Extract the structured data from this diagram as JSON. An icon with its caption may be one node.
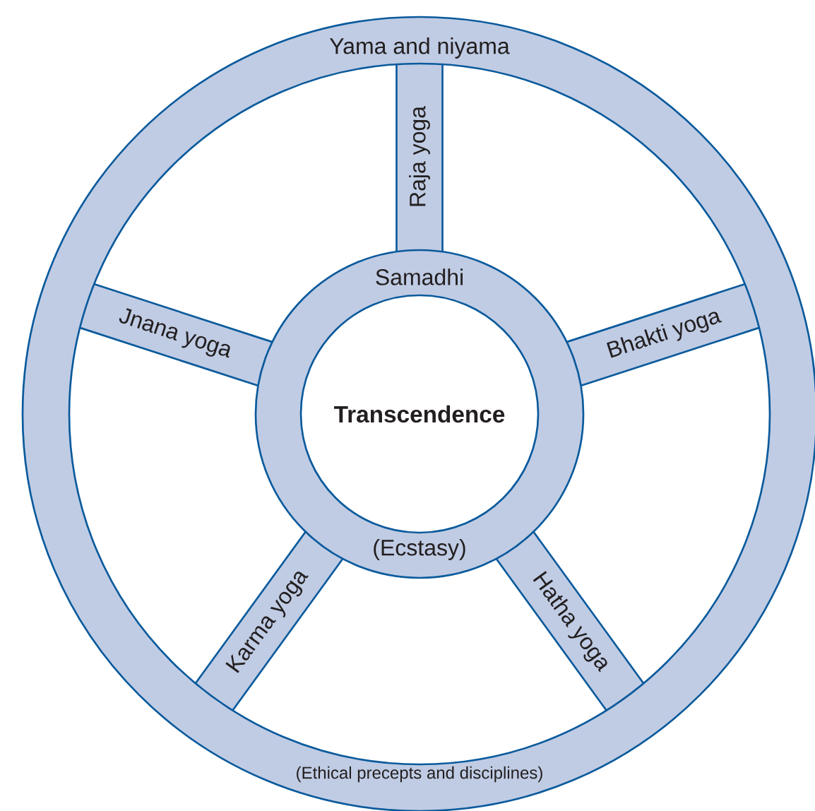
{
  "diagram": {
    "nodes": [
      {
        "text": [
          "Yama and niyama",
          "(Ethical precepts and disciplines)"
        ]
      },
      {
        "text": [
          "Raja yoga"
        ],
        "in": 0
      },
      {
        "text": [
          "Jnana yoga"
        ],
        "in": 0
      },
      {
        "text": [
          "Bhakti yoga"
        ],
        "in": 0
      },
      {
        "text": [
          "Samadhi",
          "(Ecstasy)"
        ],
        "in": 0
      },
      {
        "text": [
          "Transcendence"
        ],
        "in": 4
      },
      {
        "text": [
          "Karma yoga"
        ],
        "in": 0
      },
      {
        "text": [
          "Hatha yoga"
        ],
        "in": 0
      }
    ]
  }
}
